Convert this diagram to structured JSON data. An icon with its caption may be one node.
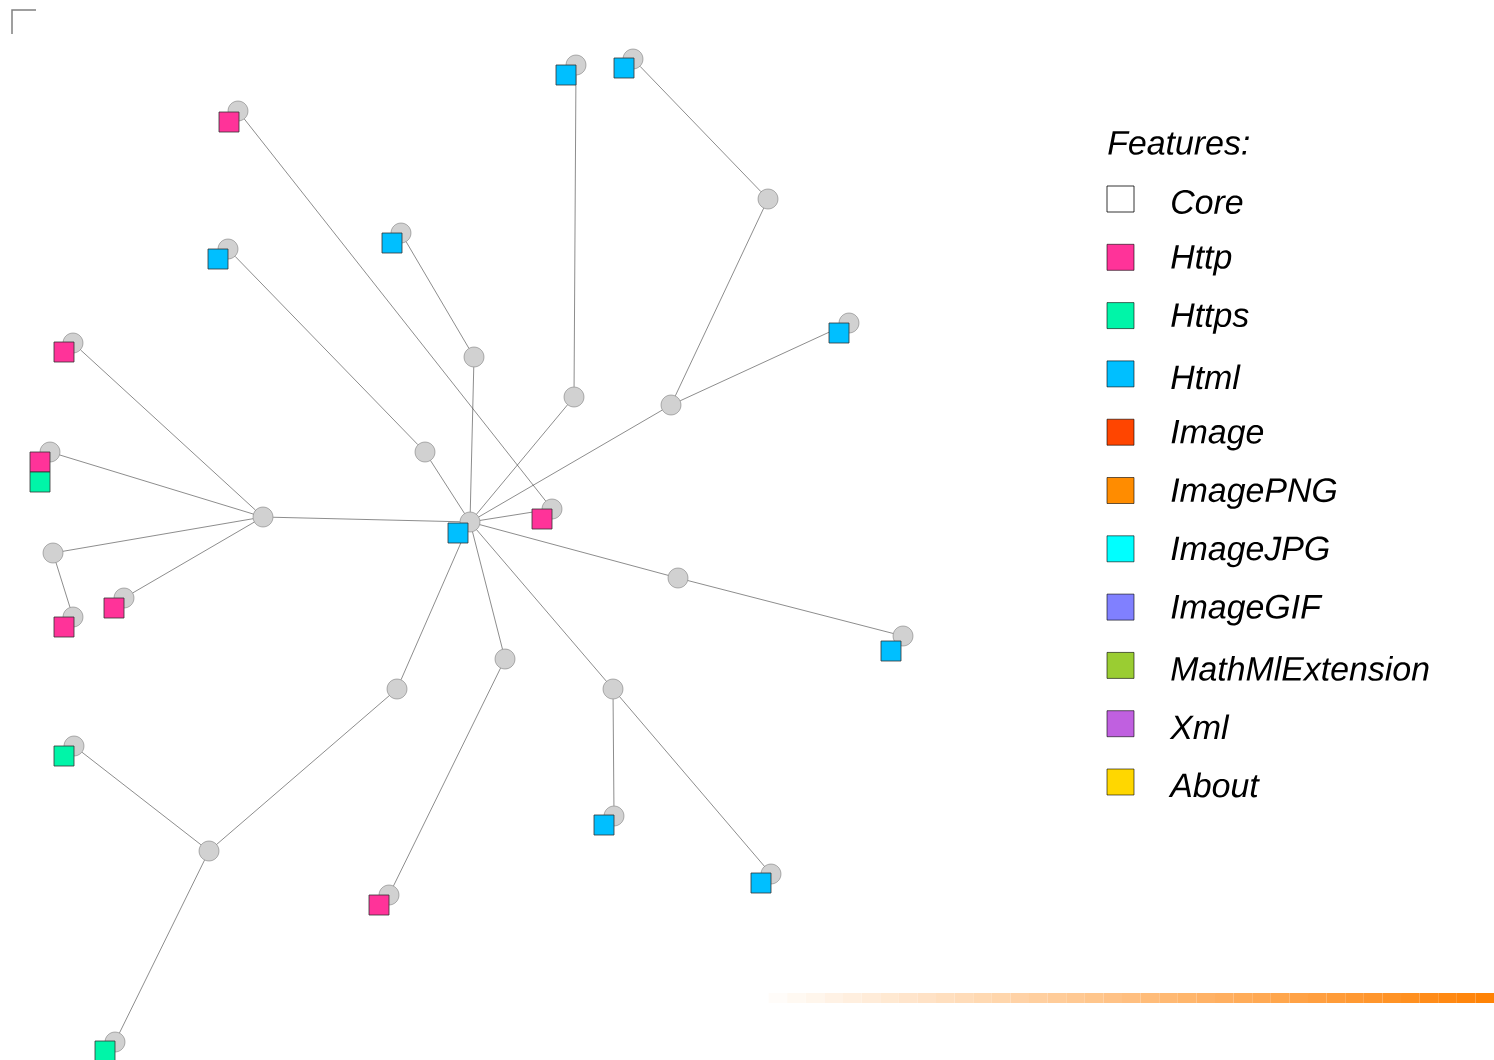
{
  "diagram": {
    "nodes": [
      {
        "text": [],
        "shape": "circle"
      },
      {
        "text": [],
        "shape": "circle"
      },
      {
        "text": [],
        "shape": "circle"
      },
      {
        "text": [],
        "shape": "circle"
      },
      {
        "text": [],
        "shape": "circle"
      },
      {
        "text": [],
        "shape": "circle"
      },
      {
        "text": [],
        "shape": "circle"
      },
      {
        "text": [],
        "shape": "circle"
      },
      {
        "text": [],
        "shape": "circle"
      },
      {
        "text": [],
        "shape": "circle"
      },
      {
        "text": [],
        "shape": "circle"
      },
      {
        "text": [],
        "shape": "circle"
      },
      {
        "text": [],
        "shape": "circle"
      },
      {
        "text": [],
        "shape": "circle"
      },
      {
        "text": [],
        "shape": "circle"
      },
      {
        "text": [],
        "shape": "circle"
      },
      {
        "text": [],
        "shape": "circle"
      },
      {
        "text": [],
        "shape": "circle"
      },
      {
        "text": [],
        "shape": "circle"
      },
      {
        "text": [],
        "shape": "circle"
      },
      {
        "text": [],
        "shape": "circle"
      },
      {
        "text": [],
        "shape": "circle"
      },
      {
        "text": [],
        "shape": "circle"
      },
      {
        "text": [],
        "shape": "circle"
      },
      {
        "text": [],
        "shape": "circle"
      },
      {
        "text": [],
        "shape": "circle"
      },
      {
        "text": [],
        "shape": "circle"
      },
      {
        "text": [],
        "shape": "circle"
      },
      {
        "text": [],
        "shape": "circle"
      },
      {
        "text": [],
        "shape": "circle"
      }
    ],
    "edges": [
      {
        "from": 0,
        "to": 1,
        "arrow": "none"
      },
      {
        "from": 0,
        "to": 3,
        "arrow": "none"
      },
      {
        "from": 0,
        "to": 4,
        "arrow": "none"
      },
      {
        "from": 0,
        "to": 5,
        "arrow": "none"
      },
      {
        "from": 0,
        "to": 6,
        "arrow": "none"
      },
      {
        "from": 0,
        "to": 21,
        "arrow": "none"
      },
      {
        "from": 0,
        "to": 8,
        "arrow": "none"
      },
      {
        "from": 0,
        "to": 9,
        "arrow": "none"
      },
      {
        "from": 0,
        "to": 10,
        "arrow": "none"
      },
      {
        "from": 0,
        "to": 11,
        "arrow": "none"
      },
      {
        "from": 13,
        "to": 21,
        "arrow": "none"
      },
      {
        "from": 1,
        "to": 19,
        "arrow": "none"
      },
      {
        "from": 1,
        "to": 20,
        "arrow": "none"
      },
      {
        "from": 1,
        "to": 2,
        "arrow": "none"
      },
      {
        "from": 1,
        "to": 23,
        "arrow": "none"
      },
      {
        "from": 2,
        "to": 22,
        "arrow": "none"
      },
      {
        "from": 3,
        "to": 17,
        "arrow": "none"
      },
      {
        "from": 4,
        "to": 16,
        "arrow": "none"
      },
      {
        "from": 5,
        "to": 14,
        "arrow": "none"
      },
      {
        "from": 6,
        "to": 7,
        "arrow": "none"
      },
      {
        "from": 6,
        "to": 18,
        "arrow": "none"
      },
      {
        "from": 7,
        "to": 15,
        "arrow": "none"
      },
      {
        "from": 8,
        "to": 24,
        "arrow": "none"
      },
      {
        "from": 9,
        "to": 25,
        "arrow": "none"
      },
      {
        "from": 9,
        "to": 26,
        "arrow": "none"
      },
      {
        "from": 10,
        "to": 28,
        "arrow": "none"
      },
      {
        "from": 11,
        "to": 12,
        "arrow": "none"
      },
      {
        "from": 12,
        "to": 27,
        "arrow": "none"
      },
      {
        "from": 12,
        "to": 29,
        "arrow": "none"
      }
    ],
    "labels": [
      "Features:"
    ],
    "legend": [
      {
        "text": "Core"
      },
      {
        "text": "Http",
        "color": "#ff3399"
      },
      {
        "text": "Https",
        "color": "#00f5a8"
      },
      {
        "text": "Html",
        "color": "#00bfff"
      },
      {
        "text": "Image",
        "color": "#ff4500"
      },
      {
        "text": "ImagePNG",
        "color": "#ff8c00"
      },
      {
        "text": "ImageJPG",
        "color": "#00ffff"
      },
      {
        "text": "ImageGIF",
        "color": "#8080ff"
      },
      {
        "text": "MathMlExtension",
        "color": "#9acd32"
      },
      {
        "text": "Xml",
        "color": "#c060e0"
      },
      {
        "text": "About",
        "color": "#ffd700"
      }
    ]
  }
}
